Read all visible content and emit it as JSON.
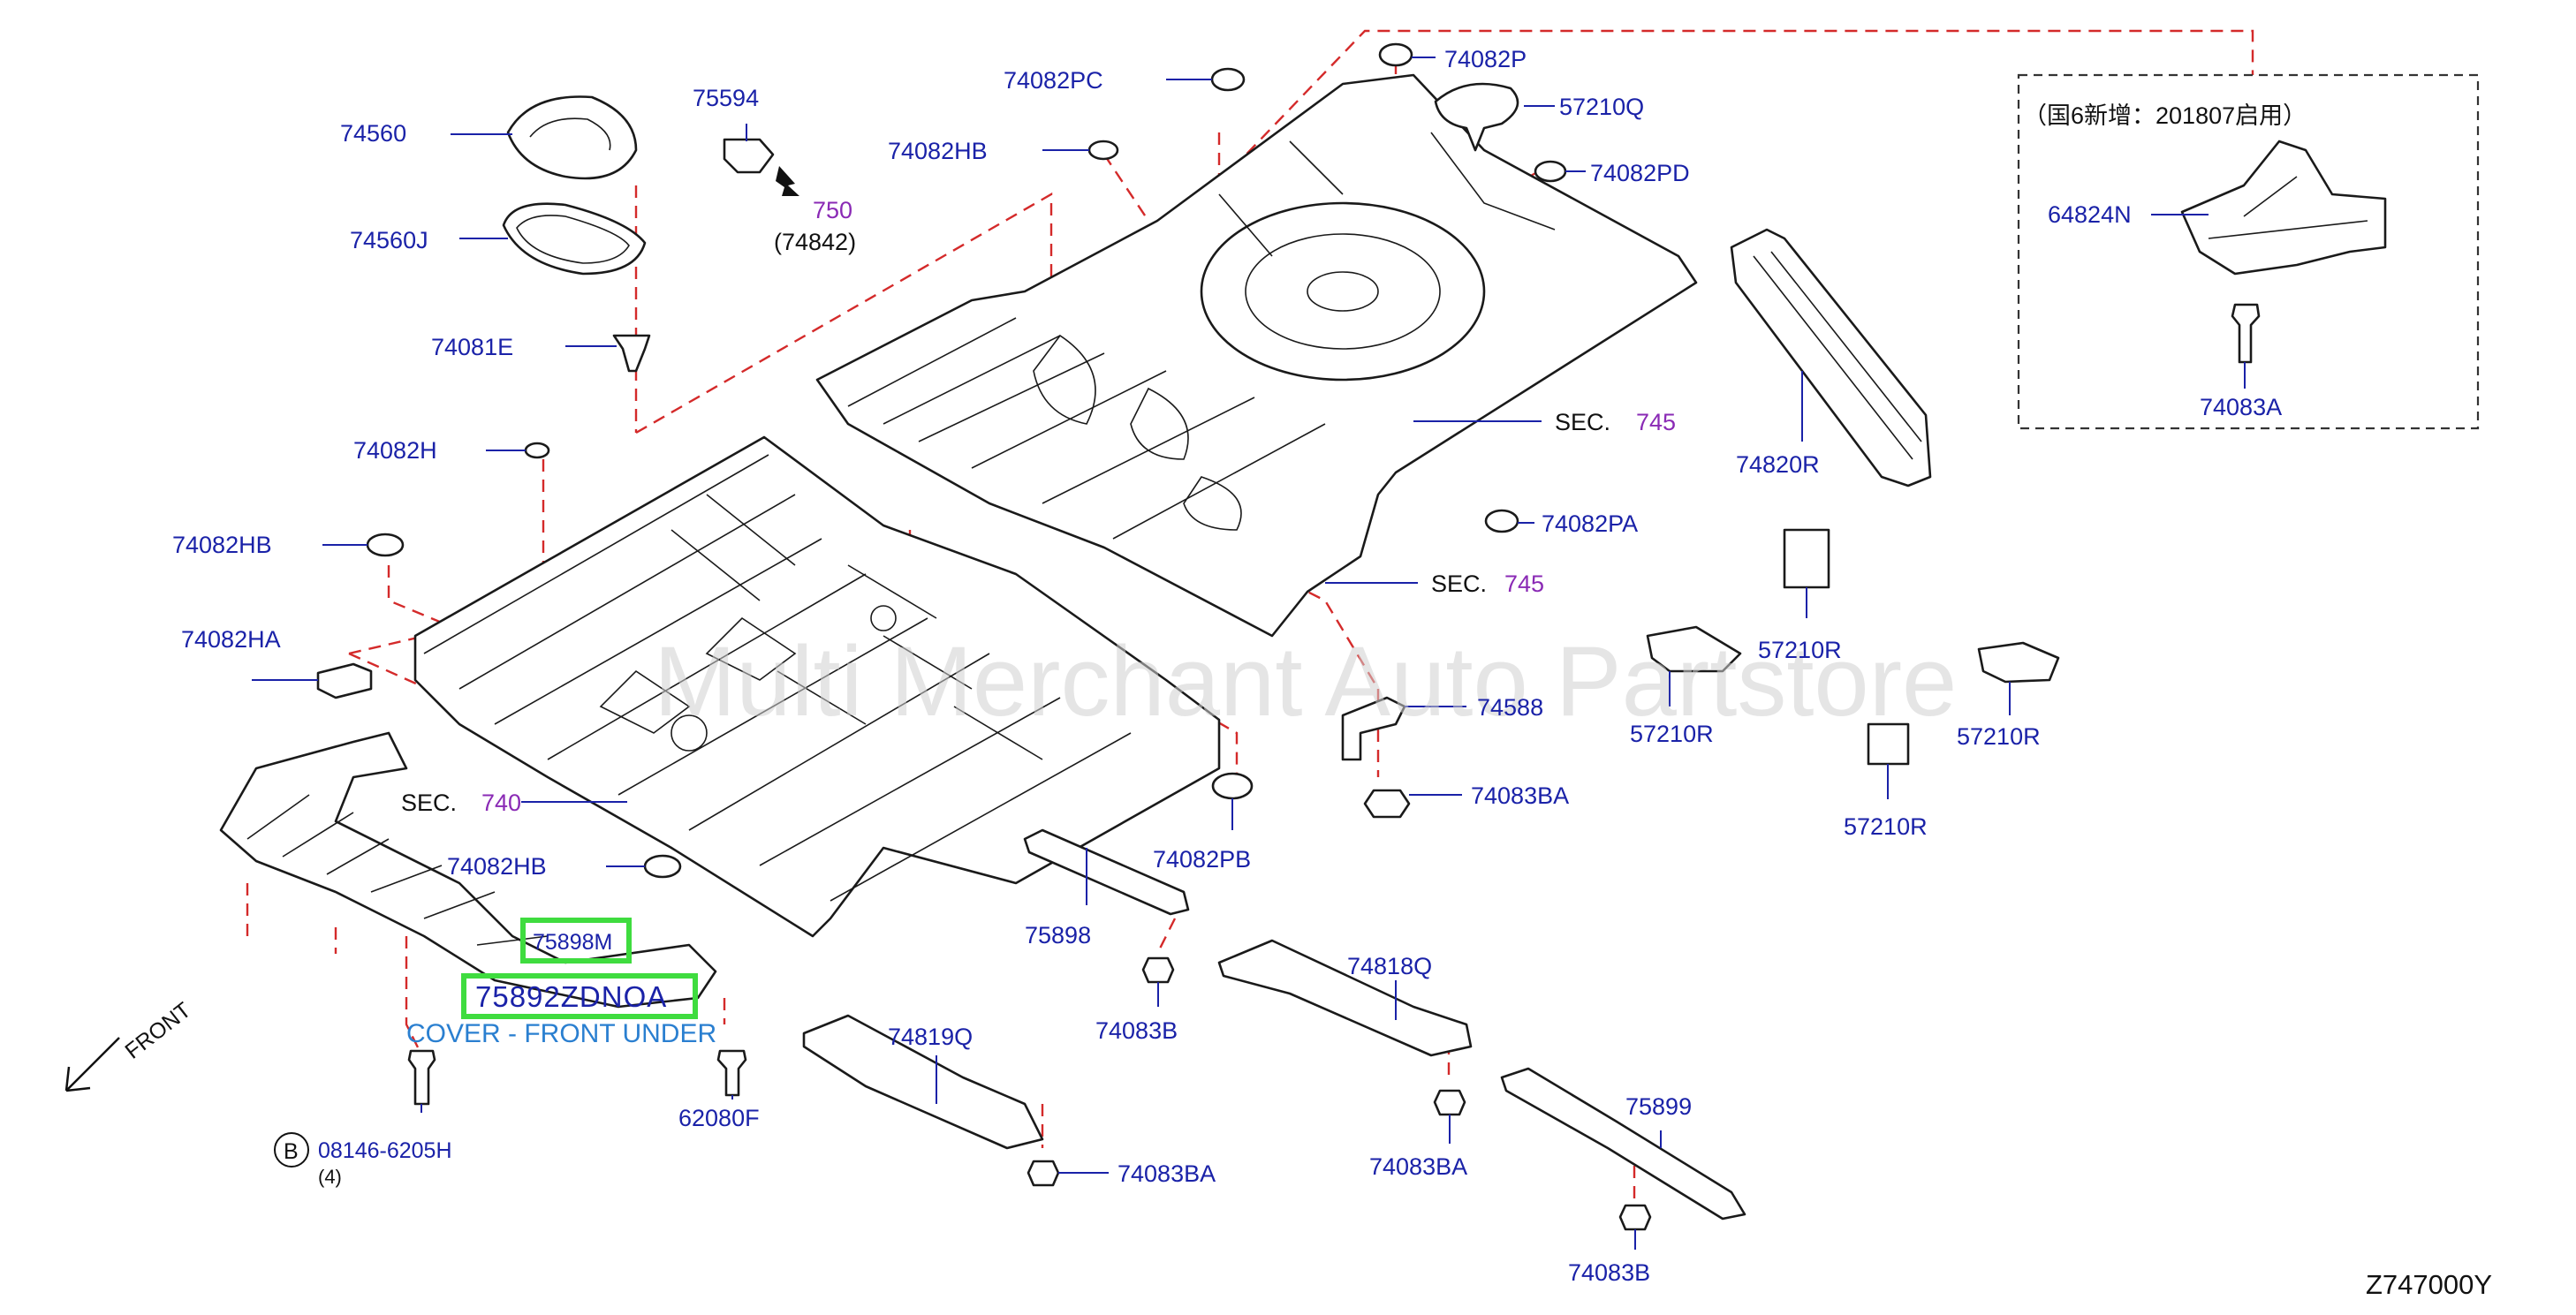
{
  "diagram": {
    "code": "Z747000Y",
    "watermark": "Multi Merchant Auto Partstore",
    "front_label": "FRONT",
    "bolt_circle_letter": "B",
    "cn_note": "（国6新增：201807启用）",
    "cover_label": "COVER - FRONT UNDER",
    "labels": {
      "l74560": "74560",
      "l74560J": "74560J",
      "l74081E": "74081E",
      "l74082H": "74082H",
      "l74082HB_a": "74082HB",
      "l74082HA": "74082HA",
      "l75594": "75594",
      "l750": "750",
      "l74842": "(74842)",
      "l74082PC": "74082PC",
      "l74082HB_b": "74082HB",
      "l74082P": "74082P",
      "l57210Q": "57210Q",
      "l74082PD": "74082PD",
      "sec745_a": "SEC.",
      "sec745_a_num": "745",
      "l74082PA": "74082PA",
      "sec745_b": "SEC.",
      "sec745_b_num": "745",
      "sec740": "SEC.",
      "sec740_num": "740",
      "l74082HB_c": "74082HB",
      "l75898M": "75898M",
      "l75892": "75892ZDNOA",
      "l08146": "08146-6205H",
      "l08146_qty": "(4)",
      "l62080F": "62080F",
      "l74588": "74588",
      "l74083BA_a": "74083BA",
      "l74082PB": "74082PB",
      "l75898": "75898",
      "l74083B_a": "74083B",
      "l74819Q": "74819Q",
      "l74083BA_b": "74083BA",
      "l74818Q": "74818Q",
      "l74083BA_c": "74083BA",
      "l75899": "75899",
      "l74083B_b": "74083B",
      "l64824N": "64824N",
      "l74083A": "74083A",
      "l74820R": "74820R",
      "l57210R_a": "57210R",
      "l57210R_b": "57210R",
      "l57210R_c": "57210R",
      "l57210R_d": "57210R"
    }
  }
}
